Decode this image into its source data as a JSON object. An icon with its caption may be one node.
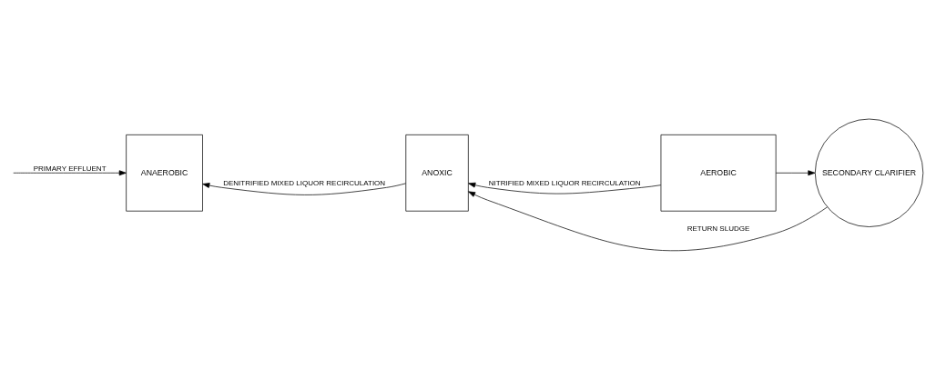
{
  "diagram": {
    "nodes": [
      {
        "text": [
          "ANAEROBIC"
        ]
      },
      {
        "text": [
          "ANOXIC"
        ]
      },
      {
        "text": [
          "AEROBIC"
        ]
      },
      {
        "text": [
          "SECONDARY CLARIFIER"
        ]
      }
    ],
    "edges": [
      {
        "from": null,
        "to": 0,
        "arrow": "to",
        "label": "PRIMARY EFFLUENT"
      },
      {
        "from": 1,
        "to": 0,
        "arrow": "to",
        "label": "DENITRIFIED MIXED LIQUOR RECIRCULATION"
      },
      {
        "from": 2,
        "to": 1,
        "arrow": "to",
        "label": "NITRIFIED MIXED LIQUOR RECIRCULATION"
      },
      {
        "from": 2,
        "to": 3,
        "arrow": "to"
      },
      {
        "from": 3,
        "to": 1,
        "arrow": "to",
        "label": "RETURN SLUDGE"
      }
    ]
  }
}
